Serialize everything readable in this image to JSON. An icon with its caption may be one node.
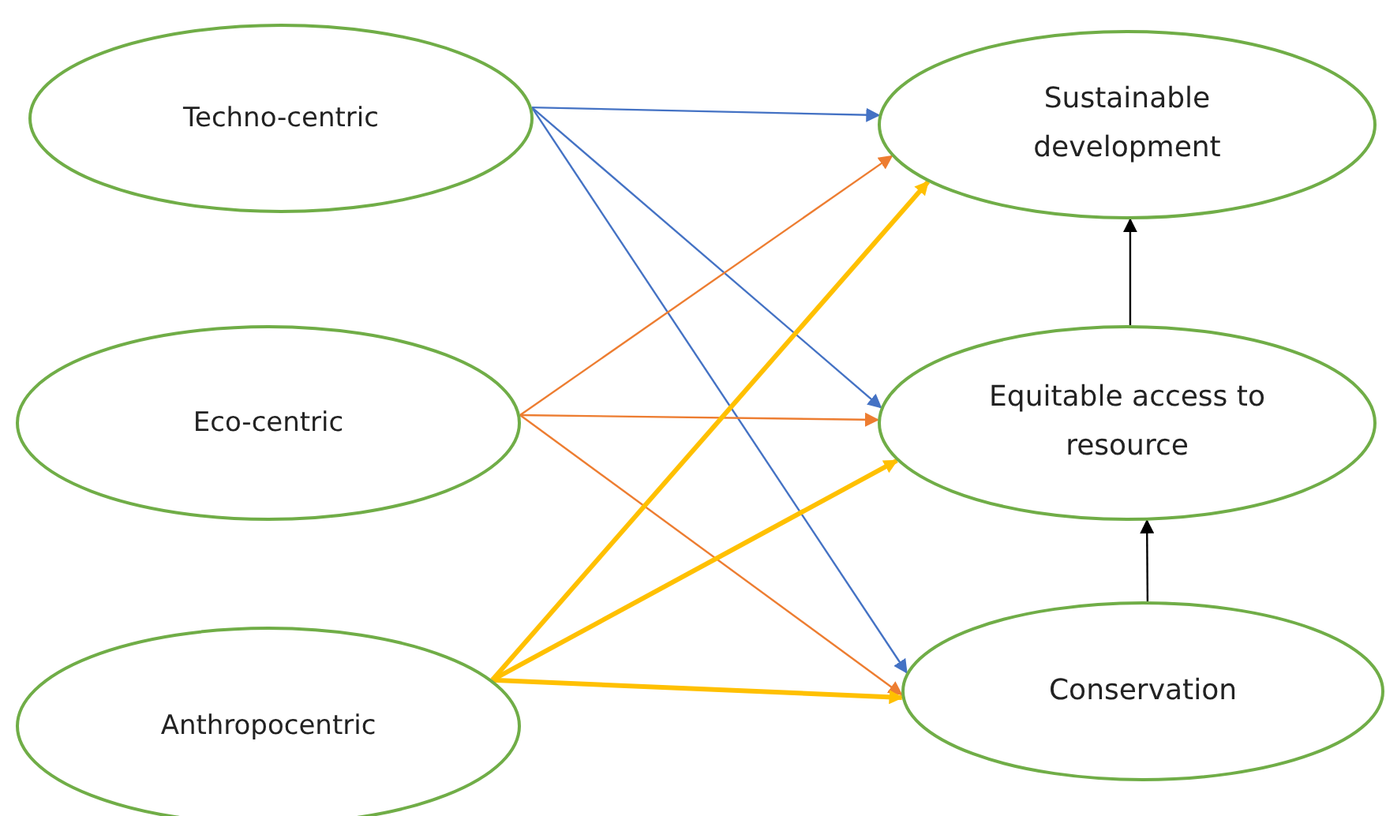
{
  "diagram": {
    "nodes": [
      {
        "text": [
          "Techno-centric"
        ]
      },
      {
        "text": [
          "Eco-centric"
        ]
      },
      {
        "text": [
          "Anthropocentric"
        ]
      },
      {
        "text": [
          "Sustainable development"
        ]
      },
      {
        "text": [
          "Equitable access to resource"
        ]
      },
      {
        "text": [
          "Conservation"
        ]
      }
    ],
    "edges": [
      {
        "from": 0,
        "to": 3,
        "arrow": "to",
        "color": "#4472c4"
      },
      {
        "from": 0,
        "to": 4,
        "arrow": "to",
        "color": "#4472c4"
      },
      {
        "from": 0,
        "to": 5,
        "arrow": "to",
        "color": "#4472c4"
      },
      {
        "from": 1,
        "to": 3,
        "arrow": "to",
        "color": "#ed7d31"
      },
      {
        "from": 1,
        "to": 4,
        "arrow": "to",
        "color": "#ed7d31"
      },
      {
        "from": 1,
        "to": 5,
        "arrow": "to",
        "color": "#ed7d31"
      },
      {
        "from": 2,
        "to": 3,
        "arrow": "to",
        "style": "thick",
        "color": "#ffc000"
      },
      {
        "from": 2,
        "to": 4,
        "arrow": "to",
        "style": "thick",
        "color": "#ffc000"
      },
      {
        "from": 2,
        "to": 5,
        "arrow": "to",
        "style": "thick",
        "color": "#ffc000"
      },
      {
        "from": 4,
        "to": 3,
        "arrow": "to",
        "color": "#000000"
      },
      {
        "from": 5,
        "to": 4,
        "arrow": "to",
        "color": "#000000"
      }
    ]
  }
}
